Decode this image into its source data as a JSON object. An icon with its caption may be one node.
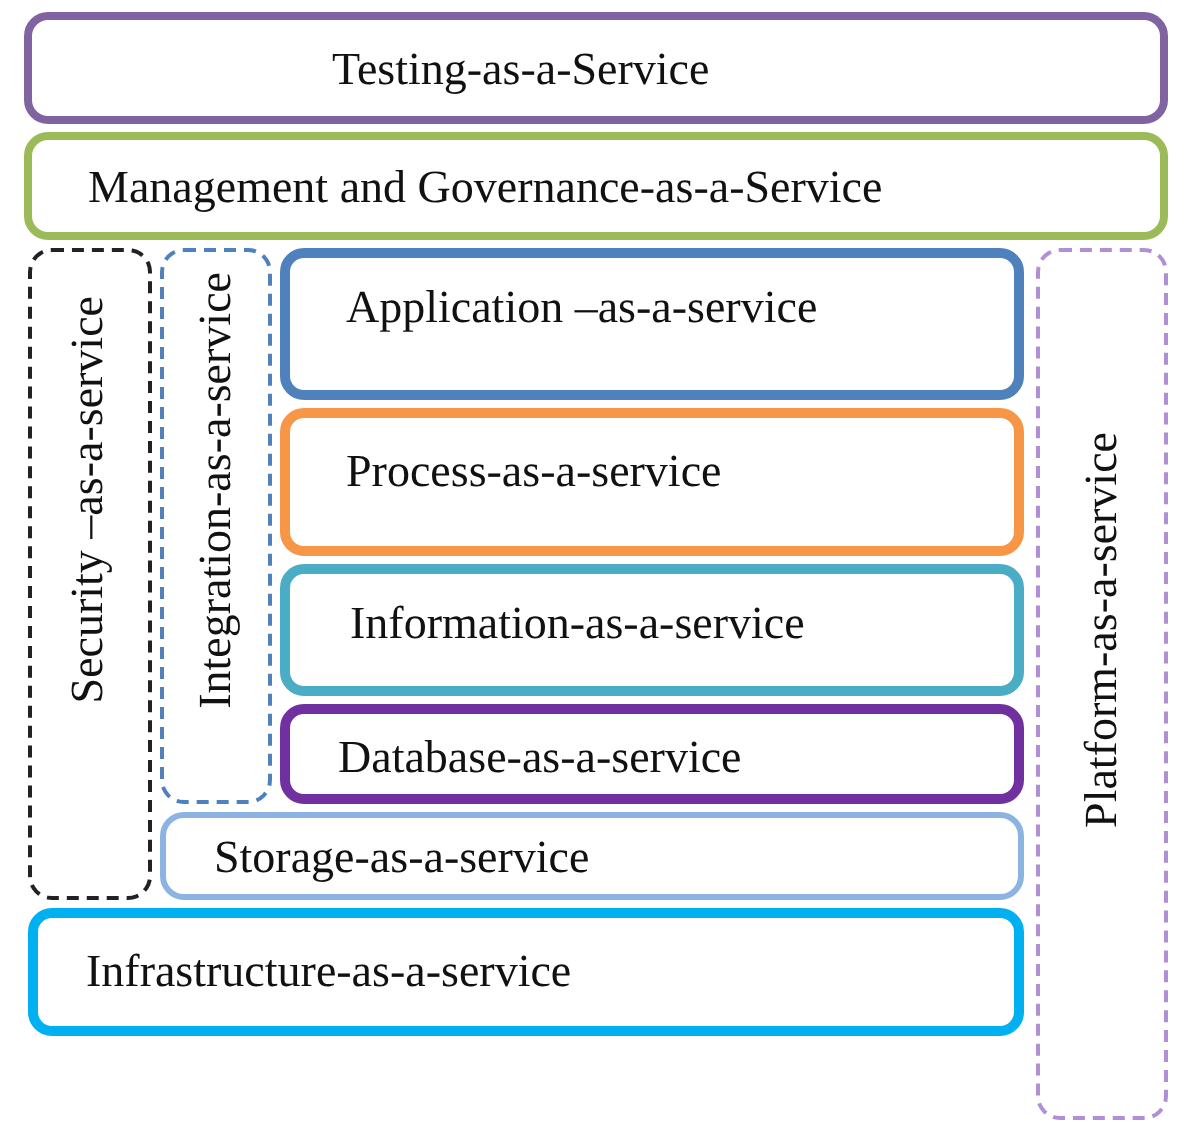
{
  "diagram": {
    "nodes": [
      {
        "text": [
          "Testing-as-a-Service"
        ]
      },
      {
        "text": [
          "Management and Governance-as-a-Service"
        ]
      },
      {
        "text": [
          "Security –as-a-service"
        ]
      },
      {
        "text": [
          "Integration-as-a-service"
        ]
      },
      {
        "text": [
          "Application –as-a-service"
        ]
      },
      {
        "text": [
          "Process-as-a-service"
        ]
      },
      {
        "text": [
          "Information-as-a-service"
        ]
      },
      {
        "text": [
          "Database-as-a-service"
        ]
      },
      {
        "text": [
          "Storage-as-a-service"
        ]
      },
      {
        "text": [
          "Infrastructure-as-a-service"
        ]
      },
      {
        "text": [
          "Platform-as-a-service"
        ]
      }
    ]
  }
}
